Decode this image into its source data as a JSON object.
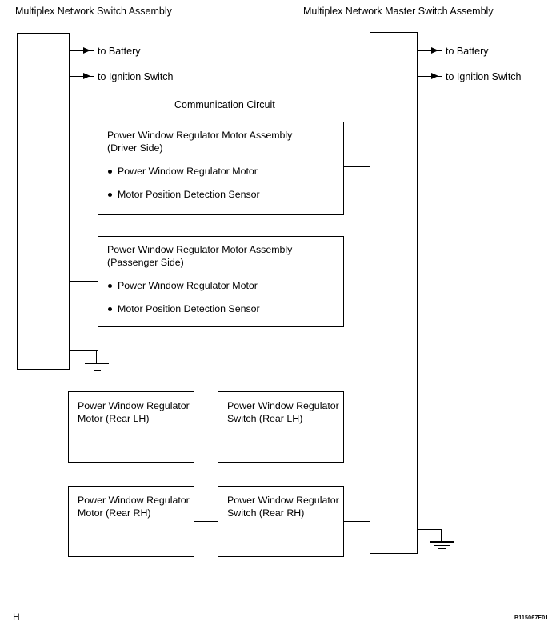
{
  "diagram": {
    "left_assembly": {
      "title": "Multiplex Network Switch Assembly"
    },
    "right_assembly": {
      "title": "Multiplex Network Master Switch Assembly"
    },
    "communication_circuit_label": "Communication Circuit",
    "left_leads": [
      {
        "label": "to Battery"
      },
      {
        "label": "to Ignition Switch"
      }
    ],
    "right_leads": [
      {
        "label": "to Battery"
      },
      {
        "label": "to Ignition Switch"
      }
    ],
    "driver_box": {
      "title_line1": "Power Window Regulator Motor Assembly",
      "title_line2": "(Driver Side)",
      "bullets": [
        "Power Window Regulator Motor",
        "Motor Position Detection Sensor"
      ]
    },
    "passenger_box": {
      "title_line1": "Power Window Regulator Motor Assembly",
      "title_line2": "(Passenger Side)",
      "bullets": [
        "Power Window Regulator Motor",
        "Motor Position Detection Sensor"
      ]
    },
    "rear_lh_motor": {
      "line1": "Power Window Regulator",
      "line2": "Motor (Rear LH)"
    },
    "rear_lh_switch": {
      "line1": "Power Window Regulator",
      "line2": "Switch (Rear LH)"
    },
    "rear_rh_motor": {
      "line1": "Power Window Regulator",
      "line2": "Motor (Rear RH)"
    },
    "rear_rh_switch": {
      "line1": "Power Window Regulator",
      "line2": "Switch (Rear RH)"
    },
    "grounds": [
      {
        "name": "left-ground-symbol"
      },
      {
        "name": "right-ground-symbol"
      }
    ],
    "footer": {
      "section_letter": "H",
      "figure_code": "B115067E01"
    },
    "colors": {
      "line": "#000000",
      "background": "#ffffff",
      "text": "#000000"
    }
  }
}
